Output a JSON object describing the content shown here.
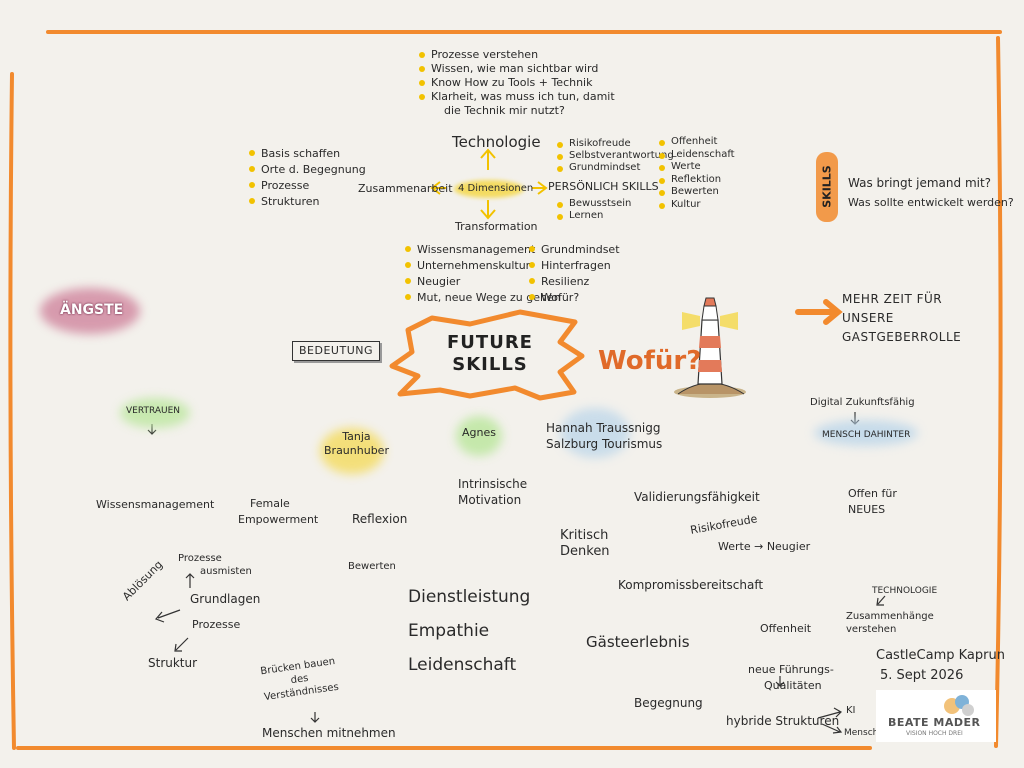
{
  "center": {
    "title_line1": "FUTURE",
    "title_line2": "SKILLS",
    "wofuer": "Wofür?"
  },
  "dimensions": {
    "center": "4 Dimensionen",
    "top": "Technologie",
    "left": "Zusammenarbeit",
    "right": "PERSÖNLICH SKILLS",
    "bottom": "Transformation"
  },
  "technologie_list": [
    "Prozesse verstehen",
    "Wissen, wie man sichtbar wird",
    "Know How zu Tools + Technik",
    "Klarheit, was muss ich tun, damit",
    "die Technik mir nutzt?"
  ],
  "zusammenarbeit_list": [
    "Basis schaffen",
    "Orte d. Begegnung",
    "Prozesse",
    "Strukturen"
  ],
  "persoenlich_col1": [
    "Risikofreude",
    "Selbstverantwortung",
    "Grundmindset"
  ],
  "persoenlich_col2": [
    "Offenheit",
    "Leidenschaft",
    "Werte",
    "Reflektion",
    "Bewerten",
    "Kultur"
  ],
  "persoenlich_col3": [
    "Bewusstsein",
    "Lernen"
  ],
  "transformation_col1": [
    "Wissensmanagement",
    "Unternehmenskultur",
    "Neugier",
    "Mut, neue Wege zu gehen"
  ],
  "transformation_col2": [
    "Grundmindset",
    "Hinterfragen",
    "Resilienz",
    "Wofür?"
  ],
  "skills": {
    "badge": "SKILLS",
    "q1": "Was bringt jemand mit?",
    "q2": "Was sollte entwickelt werden?"
  },
  "mehr_zeit": [
    "MEHR ZEIT FÜR",
    "UNSERE",
    "GASTGEBERROLLE"
  ],
  "aengste": "ÄNGSTE",
  "bedeutung": "BEDEUTUNG",
  "vertrauen": "VERTRAUEN",
  "names": {
    "tanja": [
      "Tanja",
      "Braunhuber"
    ],
    "agnes": "Agnes",
    "hannah": [
      "Hannah Traussnigg",
      "Salzburg Tourismus"
    ]
  },
  "digital": {
    "line1": "Digital Zukunftsfähig",
    "line2": "MENSCH DAHINTER"
  },
  "notes": {
    "intrinsische": [
      "Intrinsische",
      "Motivation"
    ],
    "wissensmanagement": "Wissensmanagement",
    "female": [
      "Female",
      "Empowerment"
    ],
    "reflexion": "Reflexion",
    "validierung": "Validierungsfähigkeit",
    "offen": [
      "Offen für",
      "NEUES"
    ],
    "kritisch": [
      "Kritisch",
      "Denken"
    ],
    "risikofreude": "Risikofreude",
    "werte_neugier": "Werte → Neugier",
    "prozesse_ausmisten": [
      "Prozesse",
      "ausmisten"
    ],
    "abloesung": "Ablösung",
    "grundlagen": "Grundlagen",
    "prozesse": "Prozesse",
    "struktur": "Struktur",
    "bewerten": "Bewerten",
    "dienstleistung": "Dienstleistung",
    "empathie": "Empathie",
    "leidenschaft": "Leidenschaft",
    "kompromiss": "Kompromissbereitschaft",
    "technologie": "TECHNOLOGIE",
    "zusammenhaenge": [
      "Zusammenhänge",
      "verstehen"
    ],
    "gastgeber": "Gästeerlebnis",
    "offenheit": "Offenheit",
    "fuehrung": [
      "neue Führungs-",
      "Qualitäten"
    ],
    "castle": [
      "CastleCamp Kaprun",
      "5. Sept 2026"
    ],
    "bruecken": [
      "Brücken bauen",
      "des",
      "Verständnisses"
    ],
    "menschen": "Menschen mitnehmen",
    "begegnung": "Begegnung",
    "hybride": "hybride Strukturen",
    "ki": "KI",
    "mensch": "Mensch"
  },
  "logo": {
    "name": "BEATE MADER",
    "tagline": "VISION HOCH DREI"
  },
  "colors": {
    "frame": "#f28a2e",
    "accent_yellow": "#f2c200",
    "aengste": "#b0335a",
    "skills_badge": "#f29a4a"
  }
}
